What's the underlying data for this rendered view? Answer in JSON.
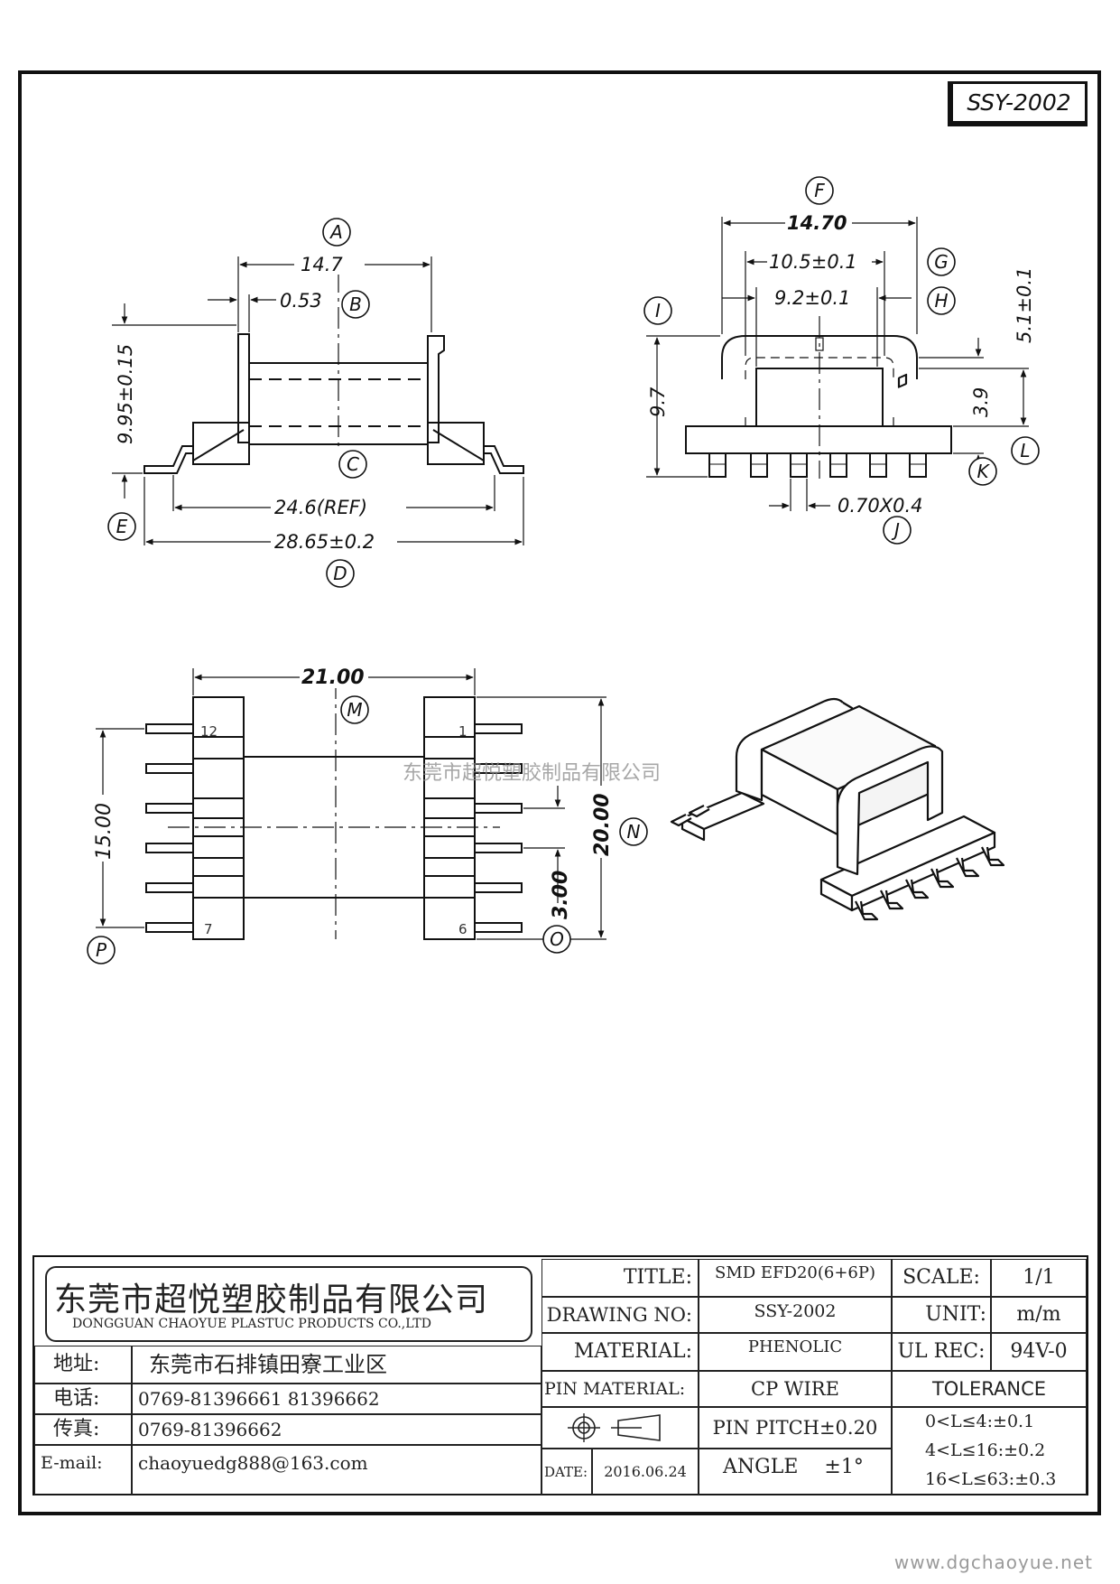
{
  "drawing_code": "SSY-2002",
  "watermark": "东莞市超悦塑胶制品有限公司",
  "website": "www.dgchaoyue.net",
  "dimensions": {
    "A": "A",
    "B": "B",
    "C": "C",
    "D": "D",
    "E": "E",
    "F": "F",
    "G": "G",
    "H": "H",
    "I": "I",
    "J": "J",
    "K": "K",
    "L": "L",
    "M": "M",
    "N": "N",
    "O": "O",
    "P": "P",
    "a_value": "14.7",
    "b_value": "0.53",
    "e_value": "9.95±0.15",
    "ref_value": "24.6(REF)",
    "d_value": "28.65±0.2",
    "f_value": "14.70",
    "g_value": "10.5±0.1",
    "h_value": "9.2±0.1",
    "i_value": "9.7",
    "l_value": "5.1±0.1",
    "k_value": "3.9",
    "j_value": "0.70X0.4",
    "m_value": "21.00",
    "p_value": "15.00",
    "n_value": "20.00",
    "o_value": "3.00"
  },
  "pins": {
    "p12": "12",
    "p1": "1",
    "p7": "7",
    "p6": "6"
  },
  "title_block": {
    "company_cn": "东莞市超悦塑胶制品有限公司",
    "company_en": "DONGGUAN CHAOYUE PLASTUC PRODUCTS CO.,LTD",
    "address_label": "地址:",
    "address": "东莞市石排镇田寮工业区",
    "phone_label": "电话:",
    "phone": "0769-81396661  81396662",
    "fax_label": "传真:",
    "fax": "0769-81396662",
    "email_label": "E-mail:",
    "email": "chaoyuedg888@163.com",
    "title_label": "TITLE:",
    "title": "SMD EFD20(6+6P)",
    "drawing_no_label": "DRAWING NO:",
    "drawing_no": "SSY-2002",
    "material_label": "MATERIAL:",
    "material": "PHENOLIC",
    "pin_material_label": "PIN MATERIAL:",
    "pin_material": "CP WIRE",
    "pin_pitch": "PIN PITCH±0.20",
    "date_label": "DATE:",
    "date": "2016.06.24",
    "angle_label": "ANGLE",
    "angle": "±1°",
    "scale_label": "SCALE:",
    "scale": "1/1",
    "unit_label": "UNIT:",
    "unit": "m/m",
    "ul_label": "UL REC:",
    "ul": "94V-0",
    "tolerance_label": "TOLERANCE",
    "tol_1": "0<L≤4:±0.1",
    "tol_2": "4<L≤16:±0.2",
    "tol_3": "16<L≤63:±0.3"
  }
}
